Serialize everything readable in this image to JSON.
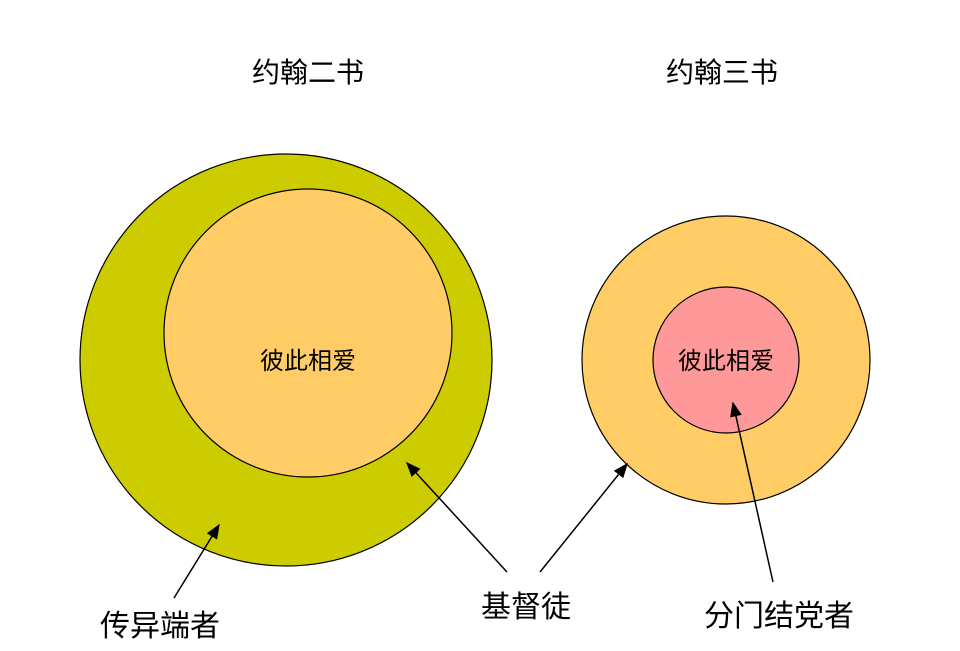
{
  "diagram": {
    "left": {
      "title": "约翰二书",
      "inner_label": "彼此相爱",
      "outer_color": "#cccc00",
      "inner_color": "#ffcc66"
    },
    "right": {
      "title": "约翰三书",
      "inner_label": "彼此相爱",
      "outer_color": "#ffcc66",
      "inner_color": "#ff9999"
    },
    "labels": {
      "heretics": "传异端者",
      "christians": "基督徒",
      "factionists": "分门结党者"
    }
  }
}
